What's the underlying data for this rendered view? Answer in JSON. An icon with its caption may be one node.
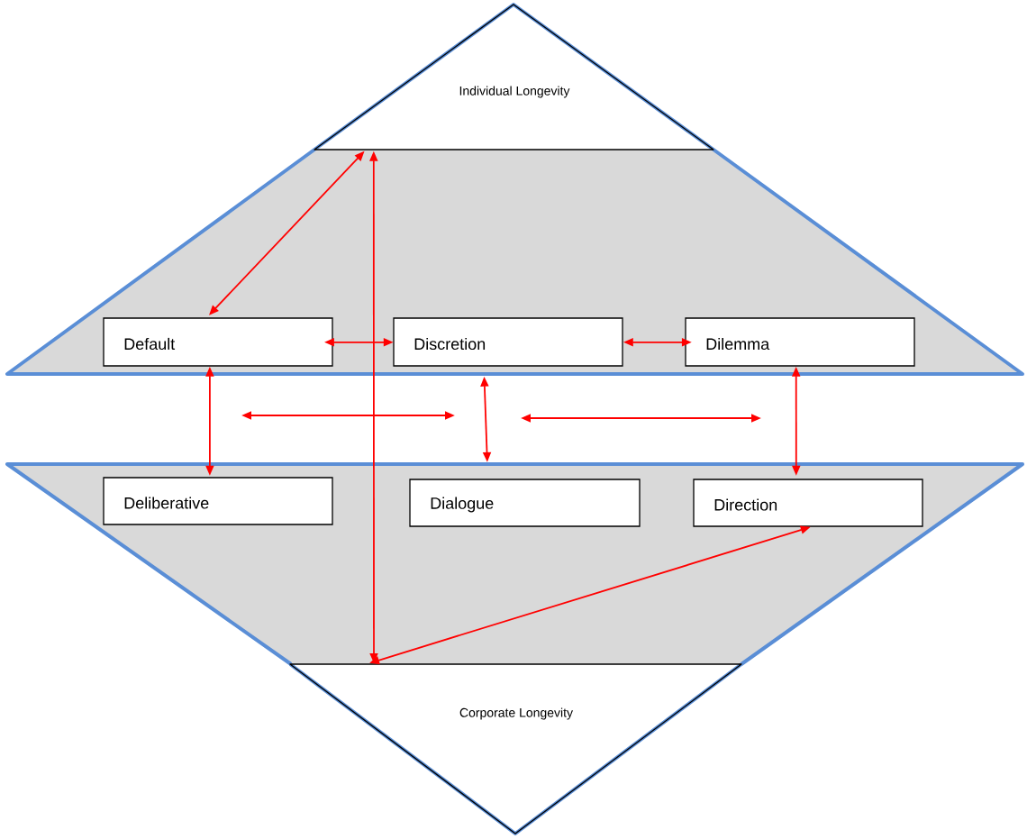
{
  "diagram": {
    "nodes": [
      {
        "text": [
          "Individual Longevity"
        ]
      },
      {
        "text": [],
        "shape": "trapezoid"
      },
      {
        "text": [
          "Default"
        ],
        "in": 1
      },
      {
        "text": [
          "Discretion"
        ],
        "in": 1
      },
      {
        "text": [
          "Dilemma"
        ],
        "in": 1
      },
      {
        "text": [],
        "shape": "trapezoid"
      },
      {
        "text": [
          "Deliberative"
        ],
        "in": 5
      },
      {
        "text": [
          "Dialogue"
        ],
        "in": 5
      },
      {
        "text": [
          "Direction"
        ],
        "in": 5
      },
      {
        "text": [
          "Corporate Longevity"
        ]
      }
    ],
    "edges": [
      {
        "from": 2,
        "to": 0,
        "arrow": "both"
      },
      {
        "from": 0,
        "to": 9,
        "arrow": "both"
      },
      {
        "from": 2,
        "to": 3,
        "arrow": "both"
      },
      {
        "from": 3,
        "to": 4,
        "arrow": "both"
      },
      {
        "from": 2,
        "to": 6,
        "arrow": "both"
      },
      {
        "from": 1,
        "to": 5,
        "arrow": "both"
      },
      {
        "from": 4,
        "to": 8,
        "arrow": "both"
      },
      {
        "from": 8,
        "to": 9,
        "arrow": "both"
      }
    ]
  }
}
